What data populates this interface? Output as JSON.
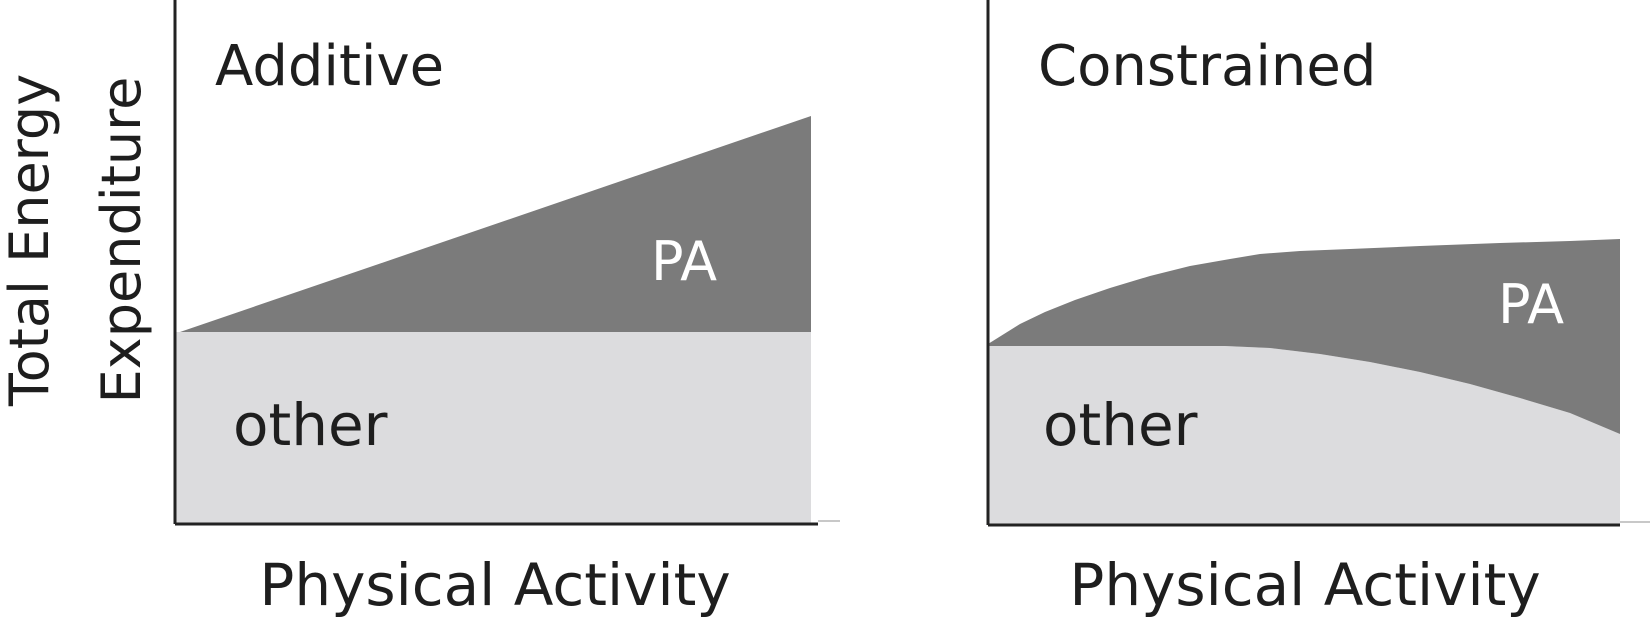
{
  "y_axis_label_line1": "Total Energy",
  "y_axis_label_line2": "Expenditure",
  "panels": [
    {
      "title": "Additive",
      "x_axis_label": "Physical Activity",
      "pa_label": "PA",
      "other_label": "other"
    },
    {
      "title": "Constrained",
      "x_axis_label": "Physical Activity",
      "pa_label": "PA",
      "other_label": "other"
    }
  ],
  "colors": {
    "pa_fill": "#7b7b7b",
    "other_fill": "#dcdcde",
    "axis": "#222222",
    "text": "#1e1e1e",
    "pa_text": "#ffffff"
  }
}
